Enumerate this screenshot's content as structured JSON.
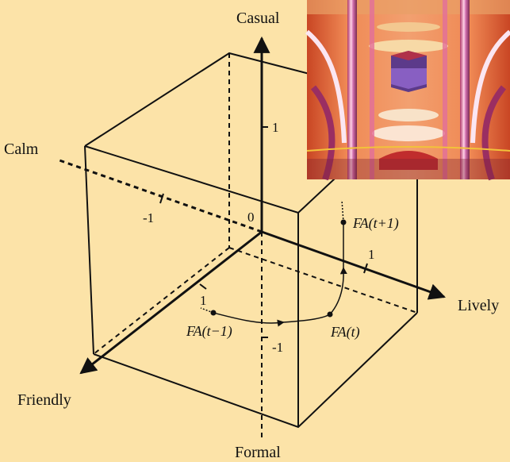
{
  "diagram": {
    "axes": {
      "vertical": {
        "positive_label": "Casual",
        "negative_label": "Formal",
        "tick_pos": "1",
        "tick_neg": "-1"
      },
      "horizontal": {
        "positive_label": "Lively",
        "negative_label": "Calm",
        "tick_pos": "1",
        "tick_neg": "-1"
      },
      "depth": {
        "positive_label": "Friendly",
        "tick_pos": "1"
      },
      "origin_label": "0"
    },
    "trajectory": {
      "prev_label": "FA(t−1)",
      "curr_label": "FA(t)",
      "next_label": "FA(t+1)"
    }
  },
  "colors": {
    "background": "#fce3a8",
    "ink": "#111111",
    "inset_base": "#e06a3a"
  },
  "inset_image": {
    "watermark": ""
  }
}
